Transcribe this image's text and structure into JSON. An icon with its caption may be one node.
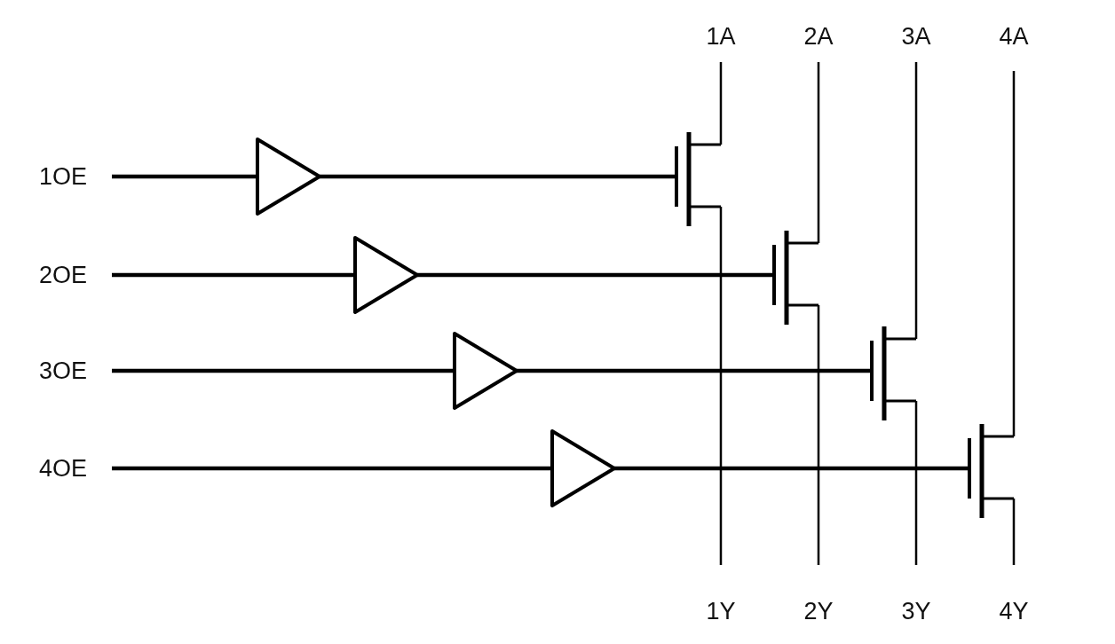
{
  "diagram": {
    "nodes": [
      {
        "text": [
          "1A"
        ]
      },
      {
        "text": [
          "2A"
        ]
      },
      {
        "text": [
          "3A"
        ]
      },
      {
        "text": [
          "4A"
        ]
      },
      {
        "text": [
          "1OE"
        ]
      },
      {
        "text": [],
        "shape": "triangle"
      },
      {
        "text": [],
        "shape": "transistor"
      },
      {
        "text": [
          "2OE"
        ]
      },
      {
        "text": [],
        "shape": "triangle"
      },
      {
        "text": [],
        "shape": "transistor"
      },
      {
        "text": [
          "3OE"
        ]
      },
      {
        "text": [],
        "shape": "triangle"
      },
      {
        "text": [],
        "shape": "transistor"
      },
      {
        "text": [
          "4OE"
        ]
      },
      {
        "text": [],
        "shape": "triangle"
      },
      {
        "text": [],
        "shape": "transistor"
      },
      {
        "text": [
          "1Y"
        ]
      },
      {
        "text": [
          "2Y"
        ]
      },
      {
        "text": [
          "3Y"
        ]
      },
      {
        "text": [
          "4Y"
        ]
      }
    ],
    "edges": [
      {
        "from": 4,
        "to": 5,
        "arrow": "none",
        "style": "thick"
      },
      {
        "from": 5,
        "to": 6,
        "arrow": "none",
        "style": "thick"
      },
      {
        "from": 0,
        "to": 6,
        "arrow": "none"
      },
      {
        "from": 6,
        "to": 16,
        "arrow": "none"
      },
      {
        "from": 7,
        "to": 8,
        "arrow": "none",
        "style": "thick"
      },
      {
        "from": 8,
        "to": 9,
        "arrow": "none",
        "style": "thick"
      },
      {
        "from": 1,
        "to": 9,
        "arrow": "none"
      },
      {
        "from": 9,
        "to": 17,
        "arrow": "none"
      },
      {
        "from": 10,
        "to": 11,
        "arrow": "none",
        "style": "thick"
      },
      {
        "from": 11,
        "to": 12,
        "arrow": "none",
        "style": "thick"
      },
      {
        "from": 2,
        "to": 12,
        "arrow": "none"
      },
      {
        "from": 12,
        "to": 18,
        "arrow": "none"
      },
      {
        "from": 13,
        "to": 14,
        "arrow": "none",
        "style": "thick"
      },
      {
        "from": 14,
        "to": 15,
        "arrow": "none",
        "style": "thick"
      },
      {
        "from": 3,
        "to": 15,
        "arrow": "none"
      },
      {
        "from": 15,
        "to": 19,
        "arrow": "none"
      }
    ]
  }
}
